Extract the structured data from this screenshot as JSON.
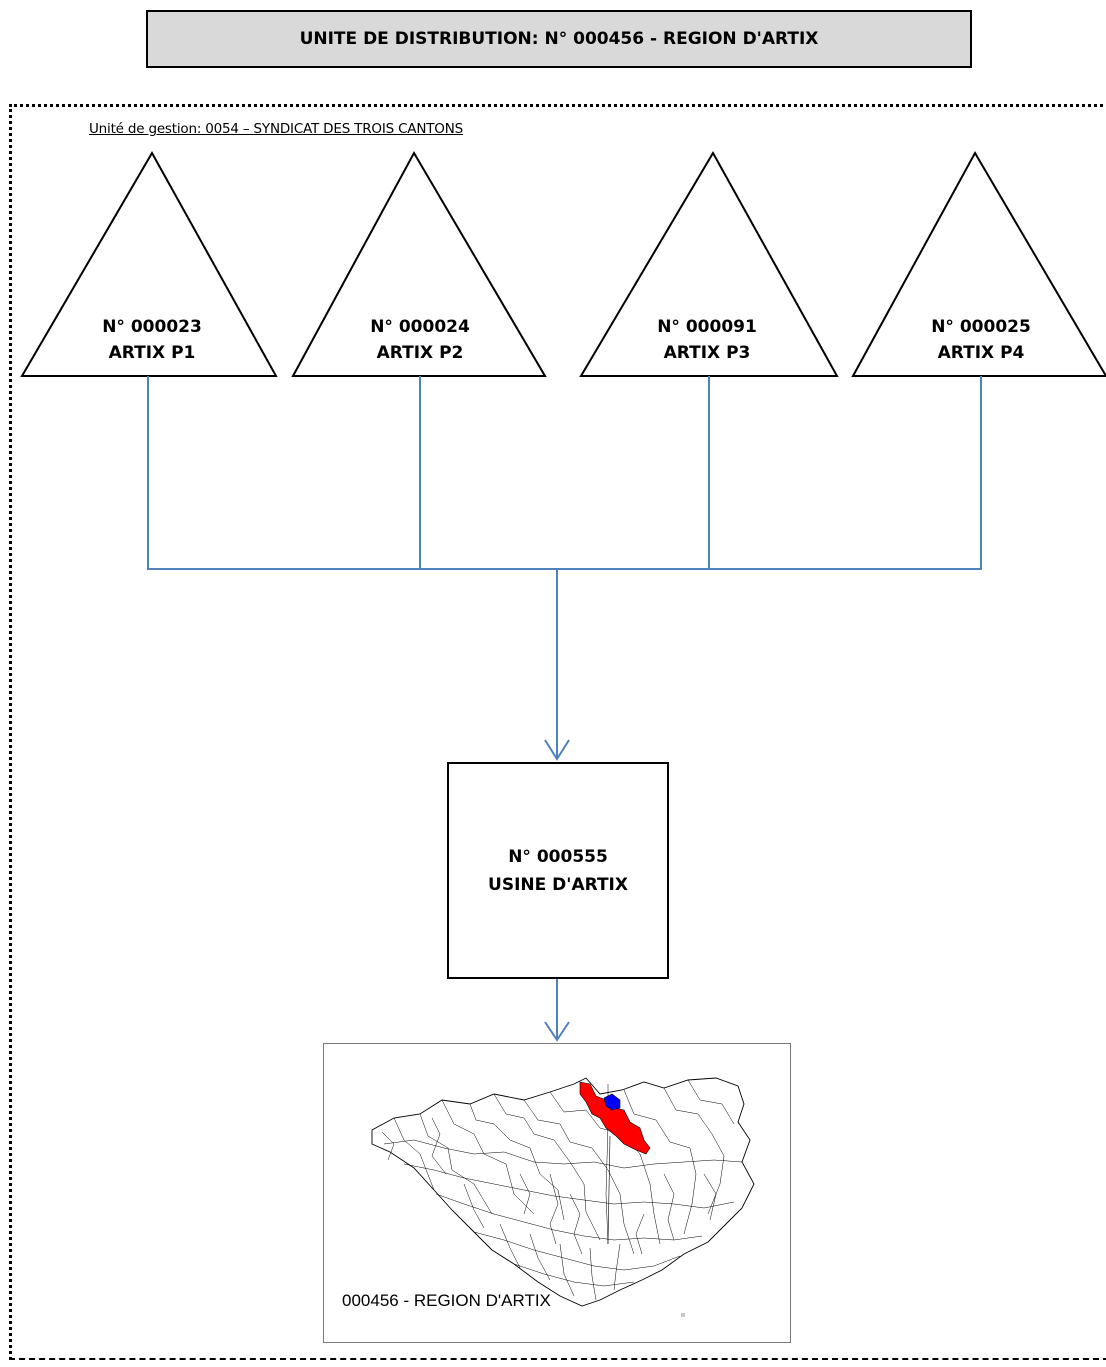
{
  "header": {
    "title": "UNITE DE DISTRIBUTION: N° 000456 - REGION D'ARTIX"
  },
  "management_unit": {
    "label": "Unité de gestion: 0054 – SYNDICAT  DES TROIS CANTONS"
  },
  "sources": [
    {
      "number": "N° 000023",
      "name": "ARTIX P1"
    },
    {
      "number": "N° 000024",
      "name": "ARTIX P2"
    },
    {
      "number": "N° 000091",
      "name": "ARTIX P3"
    },
    {
      "number": "N° 000025",
      "name": "ARTIX P4"
    }
  ],
  "plant": {
    "number": "N° 000555",
    "name": "USINE D'ARTIX"
  },
  "map": {
    "caption": "000456 - REGION D'ARTIX"
  },
  "colors": {
    "connector": "#4f81bd",
    "highlight_red": "#ff0000",
    "highlight_blue": "#0000ff",
    "header_fill": "#d9d9d9"
  }
}
